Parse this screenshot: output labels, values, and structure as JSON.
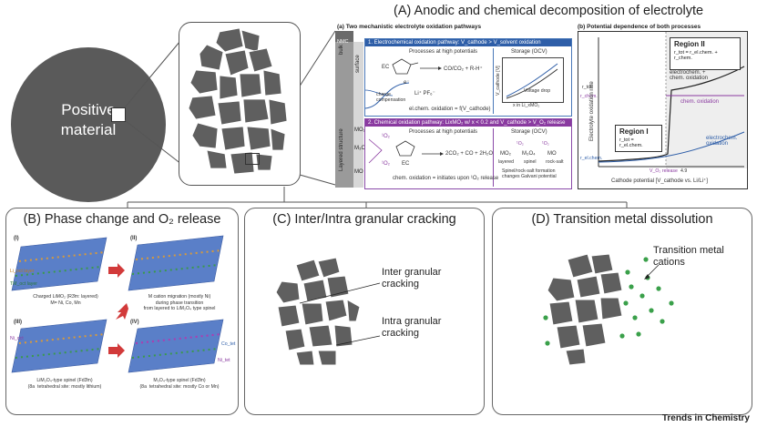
{
  "main_title": "(A) Anodic and chemical decomposition of electrolyte",
  "positive_material": "Positive\nmaterial",
  "panel_a": {
    "left_title": "(a) Two mechanistic electrolyte oxidation pathways",
    "right_title": "(b) Potential dependence of both processes",
    "nmc": "NMC",
    "bulk": "bulk",
    "surface": "surface",
    "layered": "Layered structure",
    "ec_box_title": "1. Electrochemical oxidation pathway: V_cathode > V_solvent oxidation",
    "processes_high": "Processes at high potentials",
    "storage_ocv": "Storage (OCV)",
    "ec": "EC",
    "electron": "e⁻",
    "li_pf6": "Li⁺  PF₆⁻",
    "charge_comp": "charge\ncompensation",
    "products1": "CO/CO₂ + R-H⁺",
    "elchem_eq": "el.chem. oxidation = f(V_cathode)",
    "voltage_drop": "Voltage drop",
    "v_cathode_axis": "V_cathode [V]",
    "x_axis": "x in Li_xMO₂",
    "chem_box_title": "2. Chemical oxidation pathway: LixMO₂ w/ x < 0.2 and V_cathode > V_O₂ release",
    "products2": "2CO₂ + CO + 2H₂O",
    "singlet_o": "¹O₂",
    "chem_eq": "chem. oxidation = initiates upon ¹O₂ release",
    "mo2": "MO₂",
    "m3o4": "M₃O₄",
    "mo": "MO",
    "layered_lbl": "layered",
    "spinel_lbl": "spinel",
    "rocksalt_lbl": "rock-salt",
    "spinel_note": "Spinel/rock-salt formation\nchanges Galvani potential",
    "mo2_side": "MO₂",
    "m3o4_side": "M₃O₄",
    "mo_side": "MO",
    "region2": "Region II",
    "region2_eq": "r_tot = r_el.chem. + r_chem.",
    "region1": "Region I",
    "region1_eq": "r_tot = r_el.chem.",
    "rate_axis": "Electrolyte oxidation rate",
    "potential_axis": "Cathode potential [V_cathode vs. Li/Li⁺]",
    "v_o2": "V_O₂ release",
    "v_val": "4.9",
    "lbl_sum": "electrochem. +\nchem. oxidation",
    "lbl_chem": "chem. oxidation",
    "lbl_elchem": "electrochem.\noxidation",
    "r_tot": "r_tot",
    "r_chem": "r_chem.",
    "r_elchem": "r_el.chem."
  },
  "panel_b": {
    "title": "(B) Phase change and O₂ release",
    "i": "(I)",
    "ii": "(II)",
    "iii": "(III)",
    "iv": "(IV)",
    "li_layer": "Li_oct layer",
    "tm_layer": "TM_oct layer",
    "cap1": "Charged LiMO₂ (R3̄m: layered)\nM= Ni, Co, Mn",
    "cap2": "M cation migration (mostly Ni)\nduring phase transition\nfrom layered to LiM₂O₄ type spinel",
    "cap3": "LiM₂O₄-type spinel (Fd3̄m)\n(8a  tetrahedral site: mostly lithium)",
    "cap4": "M₃O₄-type spinel (Fd3̄m)\n(8a  tetrahedral site: mostly Co or Mn)",
    "ni_oct": "Ni_oct",
    "ni_tet": "Ni_tet",
    "co_tet": "Co_tet"
  },
  "panel_c": {
    "title": "(C) Inter/Intra granular cracking",
    "inter": "Inter granular\ncracking",
    "intra": "Intra granular\ncracking"
  },
  "panel_d": {
    "title": "(D) Transition metal dissolution",
    "tm": "Transition metal\ncations"
  },
  "footer": "Trends in Chemistry"
}
